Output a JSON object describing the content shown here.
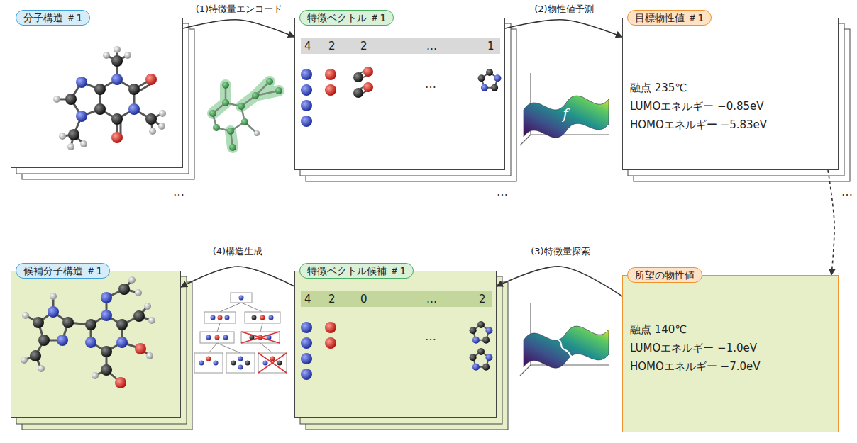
{
  "diagram": {
    "nodes": [
      {
        "text": [
          "分子構造 ＃1"
        ]
      },
      {
        "text": [
          "特徴ベクトル ＃1",
          "4",
          "2",
          "2",
          "…",
          "1"
        ]
      },
      {
        "text": [
          "目標物性値 ＃1",
          "融点 235℃",
          "LUMOエネルギー −0.85eV",
          "HOMOエネルギー −5.83eV"
        ]
      },
      {
        "text": [
          "所望の物性値",
          "融点 140℃",
          "LUMOエネルギー −1.0eV",
          "HOMOエネルギー −7.0eV"
        ]
      },
      {
        "text": [
          "特徴ベクトル候補 ＃1",
          "4",
          "2",
          "0",
          "…",
          "2"
        ]
      },
      {
        "text": [
          "候補分子構造 ＃1"
        ]
      }
    ],
    "edges": [
      {
        "from": 0,
        "to": 1,
        "arrow": "to",
        "label": "(1)特徴量エンコード"
      },
      {
        "from": 1,
        "to": 2,
        "arrow": "to",
        "label": "(2)物性値予測"
      },
      {
        "from": 2,
        "to": 3,
        "arrow": "to"
      },
      {
        "from": 3,
        "to": 4,
        "arrow": "to",
        "label": "(3)特徴量探索"
      },
      {
        "from": 4,
        "to": 5,
        "arrow": "to",
        "label": "(4)構造生成"
      }
    ],
    "labels": [
      "…",
      "f",
      "…",
      "…",
      "…",
      "…"
    ]
  }
}
